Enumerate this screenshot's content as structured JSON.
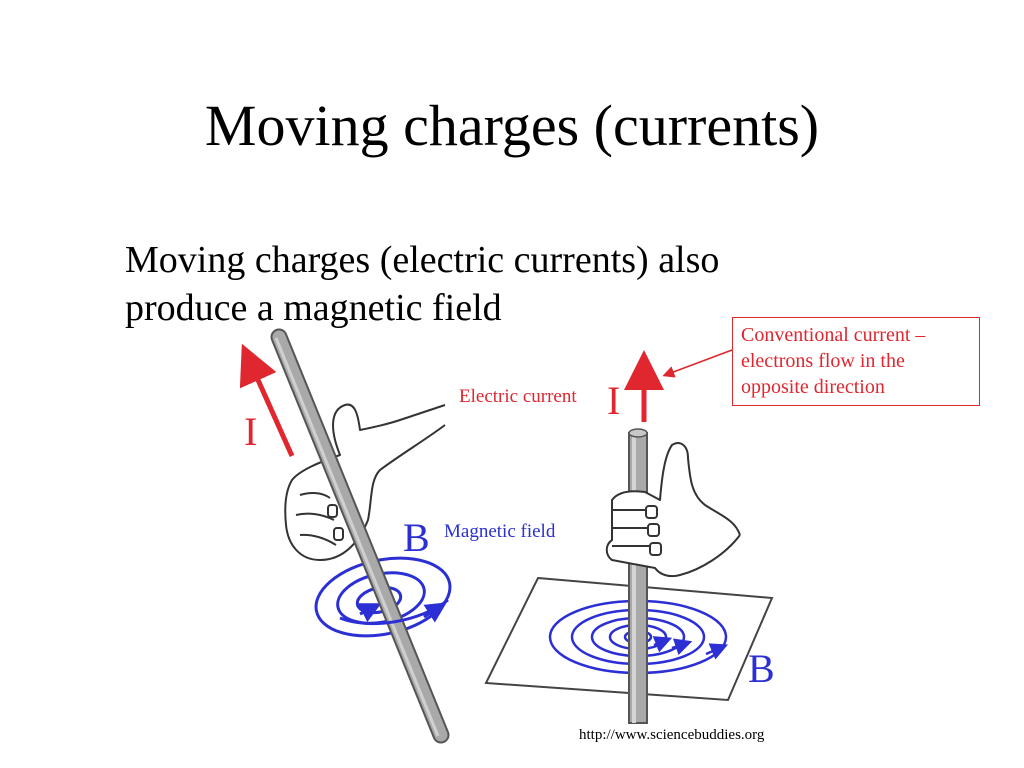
{
  "slide": {
    "title": "Moving charges (currents)",
    "body": [
      "Moving charges (electric currents) also",
      "produce a magnetic field"
    ]
  },
  "callout": {
    "lines": [
      "Conventional current –",
      "electrons flow in the",
      "opposite direction"
    ],
    "color": "#e0262f"
  },
  "figure": {
    "left": {
      "current_symbol": "I",
      "field_symbol": "B",
      "field_caption": "Magnetic field"
    },
    "right": {
      "current_caption": "Electric current",
      "current_symbol": "I",
      "field_symbol": "B"
    },
    "colors": {
      "current": "#e0262f",
      "field": "#2b2fd4"
    }
  },
  "source": {
    "url_text": "http://www.sciencebuddies.org"
  }
}
